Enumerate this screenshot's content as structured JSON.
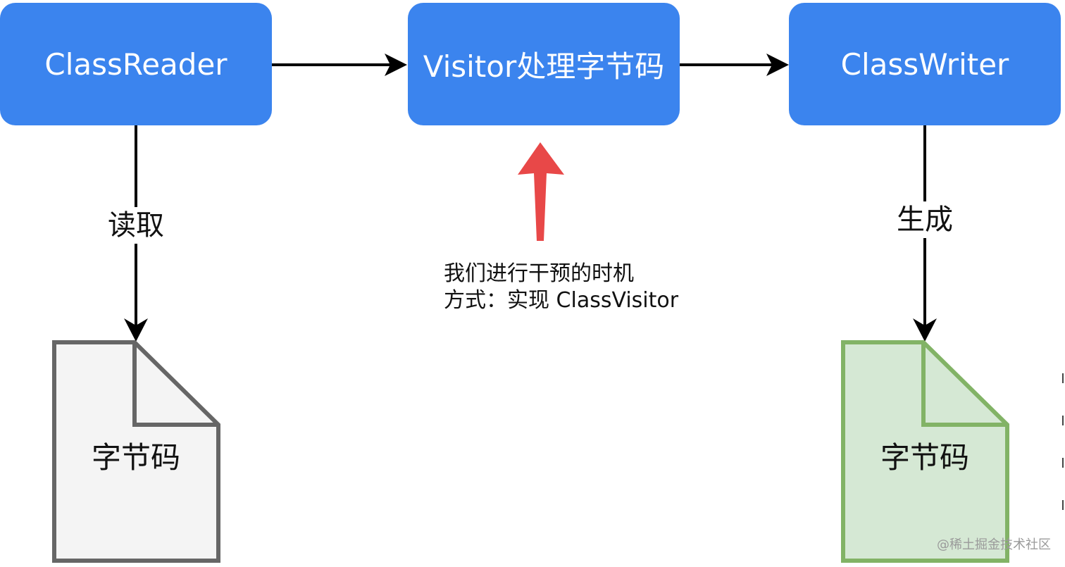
{
  "nodes": {
    "reader": "ClassReader",
    "visitor": "Visitor处理字节码",
    "writer": "ClassWriter"
  },
  "edge_labels": {
    "read": "读取",
    "generate": "生成"
  },
  "documents": {
    "input": "字节码",
    "output": "字节码"
  },
  "annotation": {
    "line1": "我们进行干预的时机",
    "line2": "方式：实现 ClassVisitor"
  },
  "watermark": "@稀土掘金技术社区",
  "colors": {
    "box_fill": "#3b84ee",
    "input_doc_fill": "#f4f4f4",
    "input_doc_stroke": "#666666",
    "output_doc_fill": "#d5e8d4",
    "output_doc_stroke": "#82b366",
    "pointer_arrow": "#e84848",
    "arrow": "#000000"
  }
}
